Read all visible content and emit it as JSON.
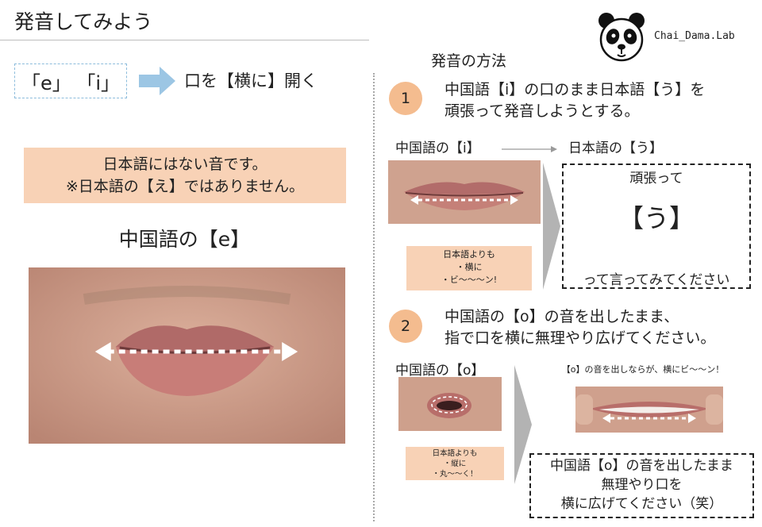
{
  "title": "発音してみよう",
  "vowels": {
    "e": "「e」",
    "i": "「i」",
    "description": "口を【横に】開く"
  },
  "info": {
    "line1": "日本語にはない音です。",
    "line2": "※日本語の【え】ではありません。"
  },
  "e_caption": "中国語の【e】",
  "logo": {
    "text": "Chai_Dama.Lab",
    "icon": "panda-icon"
  },
  "method_heading": "発音の方法",
  "step1": {
    "number": "1",
    "line1": "中国語【i】の口のまま日本語【う】を",
    "line2": "頑張って発音しようとする。",
    "from_label": "中国語の【i】",
    "to_label": "日本語の【う】",
    "note": [
      "日本語よりも",
      "・横に",
      "・ビ〜〜〜ン!"
    ],
    "say_top": "頑張って",
    "say_main": "【う】",
    "say_bottom": "って言ってみてください"
  },
  "step2": {
    "number": "2",
    "line1": "中国語の【o】の音を出したまま、",
    "line2": "指で口を横に無理やり広げてください。",
    "from_label": "中国語の【o】",
    "caption": "【o】の音を出しならが、横にビ〜〜ン！",
    "note": [
      "日本語よりも",
      "・縦に",
      "・丸〜〜く！"
    ],
    "box": [
      "中国語【o】の音を出したまま",
      "無理やり口を",
      "横に広げてください（笑）"
    ]
  },
  "colors": {
    "accent_orange": "#f4bc8f",
    "info_peach": "#f8d2b6",
    "arrow_blue": "#9cc6e4",
    "vowel_border": "#8cbcdc"
  }
}
